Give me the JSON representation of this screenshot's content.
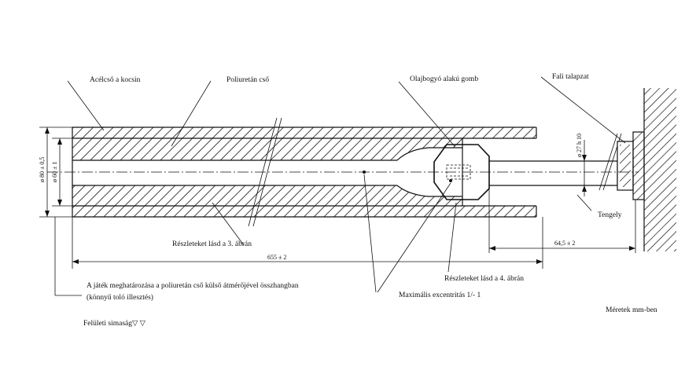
{
  "labels": {
    "steel_tube": "Acélcső a kocsin",
    "pu_tube": "Poliuretán cső",
    "oil_drop_knob": "Olajbogyó alakú gomb",
    "wall_base": "Fali talapzat",
    "axle": "Tengely",
    "details_fig3": "Részleteket lásd a 3. ábrán",
    "details_fig4": "Részleteket lásd a 4. ábrán",
    "play_line1": "A játék meghatározása a poliuretán cső külső átmérőjével összhangban",
    "play_line2": "(könnyű toló illesztés)",
    "max_eccentricity": "Maximális excentritás 1/- 1",
    "surface_finish": "Felületi simaság",
    "units": "Méretek mm-ben"
  },
  "dimensions": {
    "outer_dia": "ø 80 ± 0,5",
    "inner_dia": "ø 60 ± 1",
    "axle_dia": "ø 27 h 10",
    "length_main": "655 ± 2",
    "length_axle": "64,5 ± 2"
  },
  "symbols": {
    "surface_marks": "▽ ▽"
  }
}
